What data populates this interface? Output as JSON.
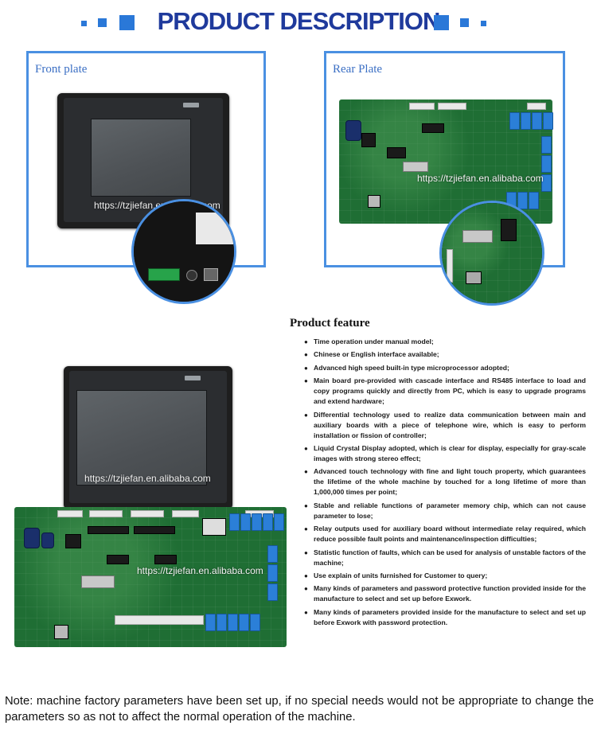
{
  "header": {
    "title": "PRODUCT DESCRIPTION"
  },
  "panels": {
    "front_label": "Front plate",
    "rear_label": "Rear Plate",
    "watermark": "https://tzjiefan.en.alibaba.com"
  },
  "features": {
    "title": "Product feature",
    "items": [
      "Time operation under manual model;",
      "Chinese or English interface available;",
      "Advanced high speed built-in type microprocessor adopted;",
      "Main board pre-provided with cascade interface and RS485 interface to load and copy programs quickly and directly from PC, which is easy to upgrade programs and extend hardware;",
      "Differential technology used to realize data communication between main and auxiliary boards with a piece of telephone wire, which is easy to perform installation or fission of controller;",
      "Liquid Crystal Display adopted, which is clear for display, especially for gray-scale images with strong stereo effect;",
      "Advanced touch technology with fine and light touch property, which guarantees the lifetime of the whole machine by touched for a long lifetime of more than 1,000,000 times per point;",
      "Stable and reliable functions of parameter memory chip, which can not cause parameter to lose;",
      "Relay outputs used for auxiliary board without intermediate relay required, which reduce possible fault points and maintenance/inspection difficulties;",
      "Statistic function of faults, which can be used for analysis of unstable factors of the machine;",
      "Use explain of units furnished for Customer to query;",
      "Many kinds of parameters and password protective function provided inside for the manufacture to select and set up before Exwork.",
      "Many kinds of parameters provided inside for the manufacture to select and set up before Exwork with password protection."
    ]
  },
  "note": "Note: machine factory parameters have been set up, if no special needs would not be appropriate to change the parameters so as not to affect the normal operation of the machine.",
  "colors": {
    "accent": "#4a90e2",
    "title": "#1f3a9c",
    "pcb": "#1f6e34",
    "relay": "#2b7fd8"
  }
}
